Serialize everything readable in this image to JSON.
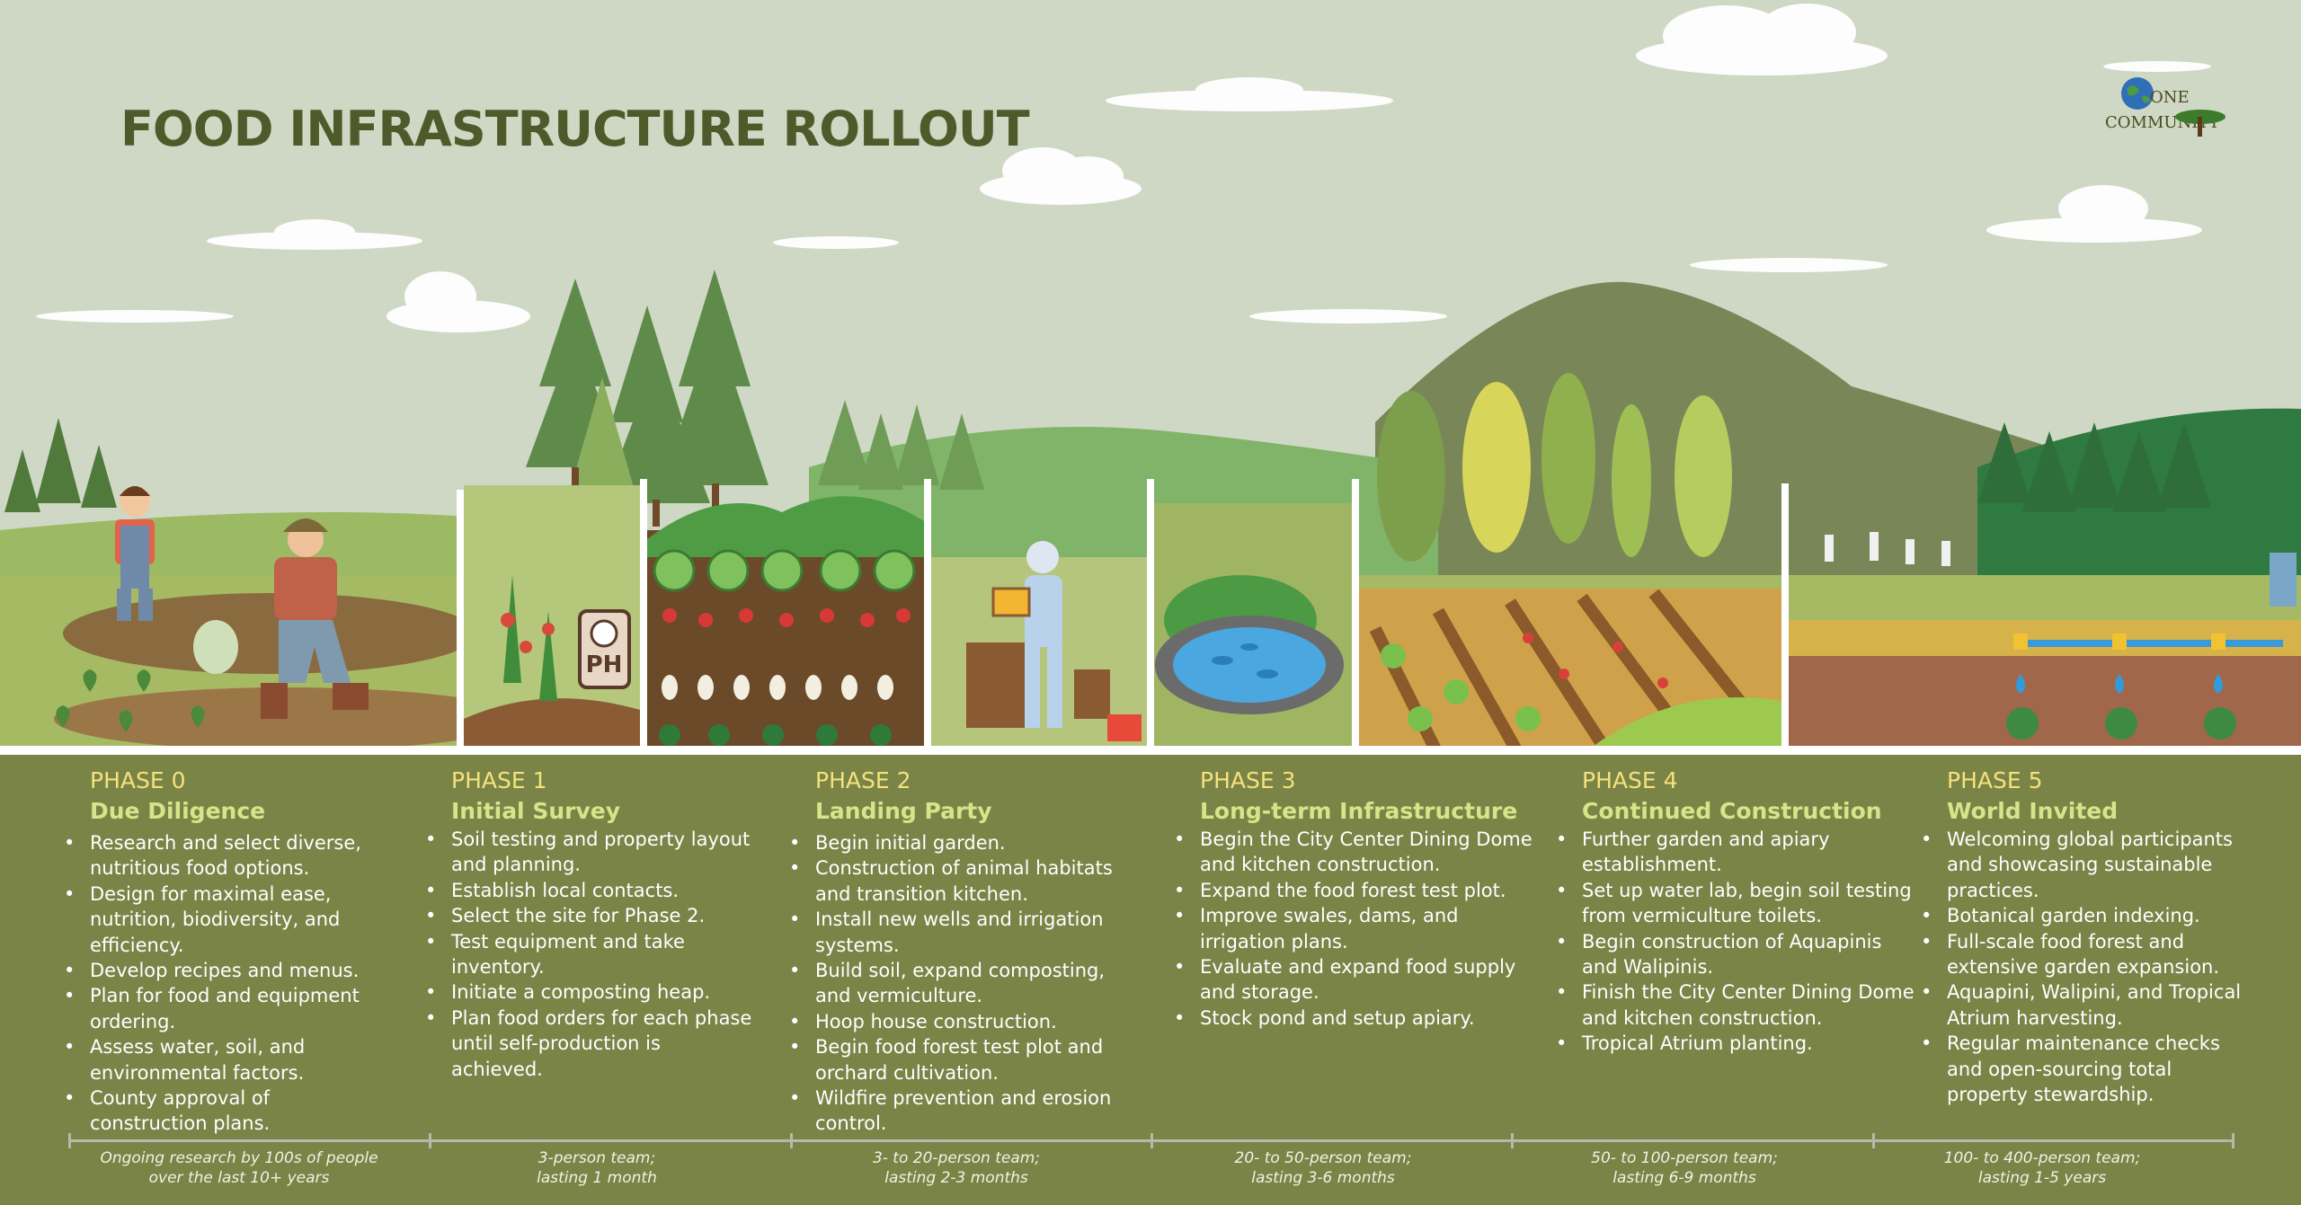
{
  "title": "FOOD INFRASTRUCTURE ROLLOUT",
  "logo": {
    "line1": "ONE",
    "line2": "COMMUNITY"
  },
  "colors": {
    "sky": "#cfd8c4",
    "panel": "#7a8447",
    "phase_number": "#f4e27b",
    "phase_name": "#d6e58a",
    "title": "#4f5a2b"
  },
  "phases": [
    {
      "number": "PHASE 0",
      "name": "Due Diligence",
      "items": [
        "Research and select diverse, nutritious food options.",
        "Design for maximal ease, nutrition, biodiversity, and efficiency.",
        "Develop recipes and menus.",
        "Plan for food and equipment ordering.",
        "Assess water, soil, and environmental factors.",
        "County approval of construction plans."
      ],
      "team": [
        "Ongoing research by 100s of people",
        "over the last 10+ years"
      ]
    },
    {
      "number": "PHASE 1",
      "name": "Initial Survey",
      "items": [
        "Soil testing and property layout and planning.",
        "Establish local contacts.",
        "Select the site for Phase 2.",
        "Test equipment and take inventory.",
        "Initiate a composting heap.",
        "Plan food orders for each phase until self-production is achieved."
      ],
      "team": [
        "3-person team;",
        "lasting 1 month"
      ]
    },
    {
      "number": "PHASE 2",
      "name": "Landing Party",
      "items": [
        "Begin initial garden.",
        "Construction of animal habitats and transition kitchen.",
        "Install new wells and irrigation systems.",
        "Build soil, expand composting, and vermiculture.",
        "Hoop house construction.",
        "Begin food forest test plot and orchard cultivation.",
        "Wildfire prevention and erosion control."
      ],
      "team": [
        "3- to 20-person team;",
        "lasting 2-3 months"
      ]
    },
    {
      "number": "PHASE 3",
      "name": "Long-term Infrastructure",
      "items": [
        "Begin the City Center Dining Dome and kitchen construction.",
        "Expand the food forest test plot.",
        "Improve swales, dams, and irrigation plans.",
        "Evaluate and expand food supply and storage.",
        "Stock pond and setup apiary."
      ],
      "team": [
        "20- to 50-person team;",
        "lasting 3-6 months"
      ]
    },
    {
      "number": "PHASE 4",
      "name": "Continued Construction",
      "items": [
        "Further garden and apiary establishment.",
        "Set up water lab, begin soil testing from vermiculture toilets.",
        "Begin construction of Aquapinis and Walipinis.",
        "Finish the City Center Dining Dome and kitchen construction.",
        "Tropical Atrium planting."
      ],
      "team": [
        "50- to 100-person team;",
        "lasting 6-9 months"
      ]
    },
    {
      "number": "PHASE 5",
      "name": "World Invited",
      "items": [
        "Welcoming global participants and showcasing sustainable practices.",
        "Botanical garden indexing.",
        "Full-scale food forest and extensive garden expansion.",
        "Aquapini, Walipini, and Tropical Atrium harvesting.",
        "Regular maintenance checks and open-sourcing total property stewardship."
      ],
      "team": [
        "100- to 400-person team;",
        "lasting 1-5 years"
      ]
    }
  ]
}
